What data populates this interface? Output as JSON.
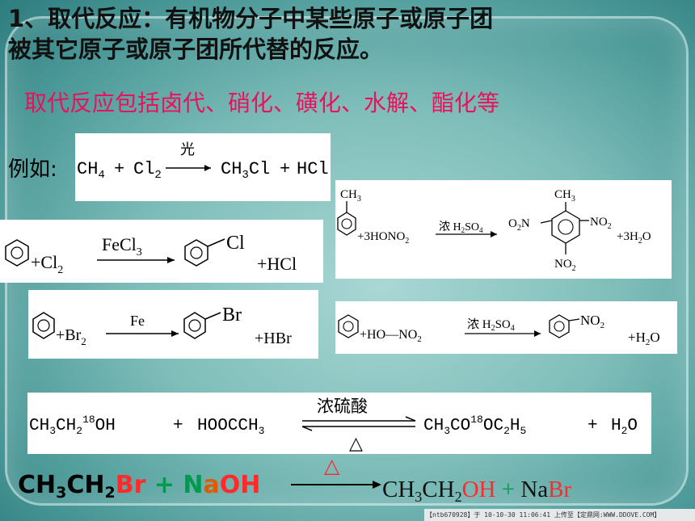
{
  "heading": {
    "line1": "1、取代反应：有机物分子中某些原子或原子团",
    "line2": "被其它原子或原子团所代替的反应。"
  },
  "subheading": "取代反应包括卤代、硝化、磺化、水解、酯化等",
  "example_label": "例如:",
  "eq_methane": {
    "reactant1": "CH",
    "r1_sub": "4",
    "plus1": "+",
    "reactant2": "Cl",
    "r2_sub": "2",
    "condition": "光",
    "product1": "CH",
    "p1_sub": "3",
    "product1_tail": "Cl",
    "plus2": "+",
    "product2": "HCl"
  },
  "eq_chlorination": {
    "plus1": "+Cl",
    "plus1_sub": "2",
    "catalyst": "FeCl",
    "catalyst_sub": "3",
    "substituent": "Cl",
    "byproduct": "+HCl"
  },
  "eq_bromination": {
    "plus1": "+Br",
    "plus1_sub": "2",
    "catalyst": "Fe",
    "substituent": "Br",
    "byproduct": "+HBr"
  },
  "eq_nitration_toluene": {
    "methyl": "CH",
    "methyl_sub": "3",
    "reagent": "+3HONO",
    "reagent_sub": "2",
    "condition": "浓 H",
    "condition_sub1": "2",
    "condition_mid": "SO",
    "condition_sub2": "4",
    "top_group": "CH",
    "top_group_sub": "3",
    "left_group": "O",
    "left_group_sub": "2",
    "left_group_tail": "N",
    "right_group": "NO",
    "right_group_sub": "2",
    "bottom_group": "NO",
    "bottom_group_sub": "2",
    "byproduct": "+3H",
    "byproduct_sub": "2",
    "byproduct_tail": "O"
  },
  "eq_nitration_benzene": {
    "reagent": "+HO—NO",
    "reagent_sub": "2",
    "condition": "浓 H",
    "condition_sub1": "2",
    "condition_mid": "SO",
    "condition_sub2": "4",
    "substituent": "NO",
    "substituent_sub": "2",
    "byproduct": "+H",
    "byproduct_sub": "2",
    "byproduct_tail": "O"
  },
  "eq_esterification": {
    "reactant1": "CH",
    "r1_sub1": "3",
    "r1_mid": "CH",
    "r1_sub2": "2",
    "r1_sup": "18",
    "r1_tail": "OH",
    "plus1": "+",
    "reactant2": "HOOCCH",
    "r2_sub": "3",
    "condition_top": "浓硫酸",
    "condition_bottom": "△",
    "product1": "CH",
    "p1_sub1": "3",
    "p1_mid": "CO",
    "p1_sup": "18",
    "p1_mid2": "OC",
    "p1_sub2": "2",
    "p1_mid3": "H",
    "p1_sub3": "5",
    "plus2": "+",
    "product2": "H",
    "p2_sub": "2",
    "p2_tail": "O"
  },
  "eq_hydrolysis": {
    "reactant1_part1": "CH",
    "reactant1_sub1": "3",
    "reactant1_part2": "CH",
    "reactant1_sub2": "2",
    "reactant1_part3": "Br",
    "plus1": " + ",
    "reactant2_part1": "N",
    "reactant2_part2": "a",
    "reactant2_part3": "OH",
    "condition": "△",
    "product1_part1": "CH",
    "product1_sub1": "3",
    "product1_part2": "CH",
    "product1_sub2": "2",
    "product1_part3": "OH",
    "plus2": " + ",
    "product2_part1": "Na",
    "product2_part2": "Br"
  },
  "colors": {
    "heading": "#111111",
    "subheading": "#e8125c",
    "black_formula": "#000000",
    "red_formula": "#ff2a2a",
    "green_formula": "#009a4e",
    "orange_formula": "#e05a00",
    "heat_symbol": "#ff2a2a"
  },
  "footer": "【ntb670928】于 10-10-30 11:06:41 上传至【定鼎网:WWW.DDOVE.COM】"
}
